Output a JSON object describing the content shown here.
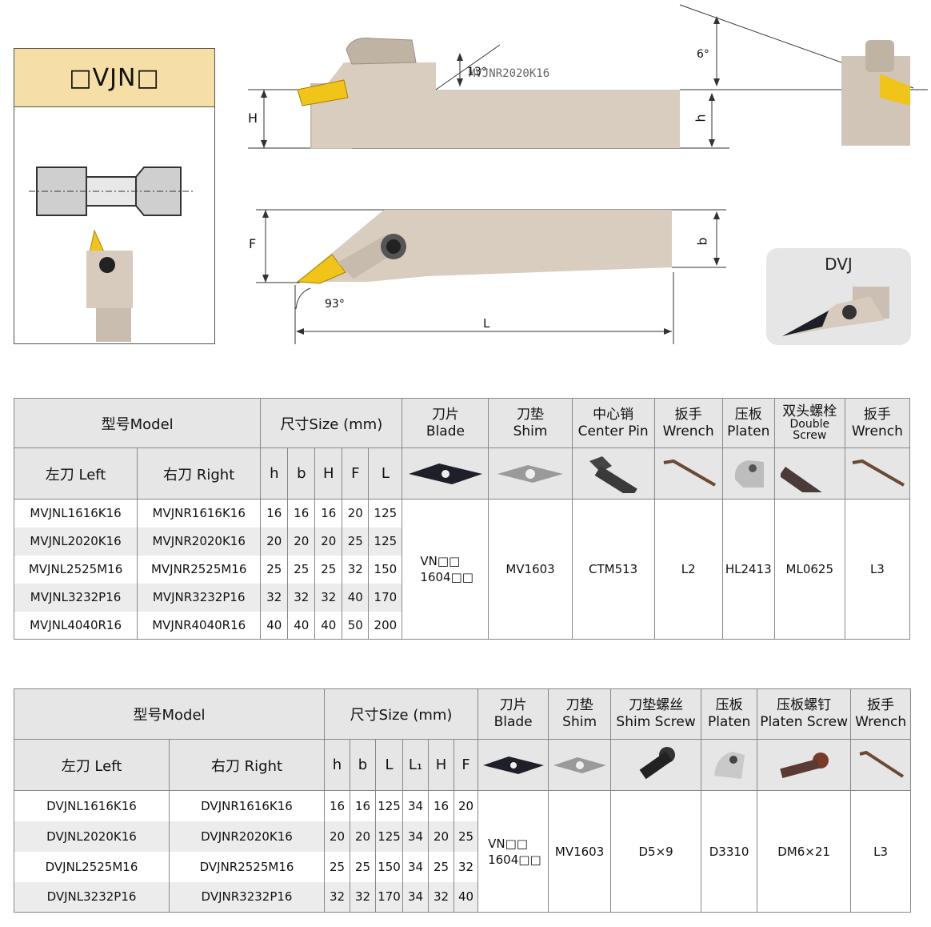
{
  "header": {
    "model_code": "□VJN□"
  },
  "diagram": {
    "angle_top": "13°",
    "angle_end": "6°",
    "angle_tip": "93°",
    "dim_H": "H",
    "dim_h": "h",
    "dim_F": "F",
    "dim_b": "b",
    "dim_L": "L",
    "body_marking": "MVJNR2020K16"
  },
  "badge": {
    "label": "DVJ"
  },
  "table1": {
    "head": {
      "model": "型号Model",
      "size": "尺寸Size (mm)",
      "blade_cn": "刀片",
      "blade_en": "Blade",
      "shim_cn": "刀垫",
      "shim_en": "Shim",
      "pin_cn": "中心销",
      "pin_en": "Center Pin",
      "wrench_cn": "扳手",
      "wrench_en": "Wrench",
      "platen_cn": "压板",
      "platen_en": "Platen",
      "dscrew_cn": "双头螺栓",
      "dscrew_en1": "Double",
      "dscrew_en2": "Screw",
      "wrench2_cn": "扳手",
      "wrench2_en": "Wrench"
    },
    "sub": {
      "left": "左刀 Left",
      "right": "右刀 Right",
      "h": "h",
      "b": "b",
      "H": "H",
      "F": "F",
      "L": "L"
    },
    "rows": [
      {
        "left": "MVJNL1616K16",
        "right": "MVJNR1616K16",
        "h": "16",
        "b": "16",
        "H": "16",
        "F": "20",
        "L": "125"
      },
      {
        "left": "MVJNL2020K16",
        "right": "MVJNR2020K16",
        "h": "20",
        "b": "20",
        "H": "20",
        "F": "25",
        "L": "125"
      },
      {
        "left": "MVJNL2525M16",
        "right": "MVJNR2525M16",
        "h": "25",
        "b": "25",
        "H": "25",
        "F": "32",
        "L": "150"
      },
      {
        "left": "MVJNL3232P16",
        "right": "MVJNR3232P16",
        "h": "32",
        "b": "32",
        "H": "32",
        "F": "40",
        "L": "170"
      },
      {
        "left": "MVJNL4040R16",
        "right": "MVJNR4040R16",
        "h": "40",
        "b": "40",
        "H": "40",
        "F": "50",
        "L": "200"
      }
    ],
    "parts": {
      "blade1": "VN□□",
      "blade2": "1604□□",
      "shim": "MV1603",
      "pin": "CTM513",
      "wrench": "L2",
      "platen": "HL2413",
      "dscrew": "ML0625",
      "wrench2": "L3"
    }
  },
  "table2": {
    "head": {
      "model": "型号Model",
      "size": "尺寸Size (mm)",
      "blade_cn": "刀片",
      "blade_en": "Blade",
      "shim_cn": "刀垫",
      "shim_en": "Shim",
      "sscrew_cn": "刀垫螺丝",
      "sscrew_en": "Shim Screw",
      "platen_cn": "压板",
      "platen_en": "Platen",
      "pscrew_cn": "压板螺钉",
      "pscrew_en": "Platen Screw",
      "wrench_cn": "扳手",
      "wrench_en": "Wrench"
    },
    "sub": {
      "left": "左刀 Left",
      "right": "右刀 Right",
      "h": "h",
      "b": "b",
      "L": "L",
      "L1": "L₁",
      "H": "H",
      "F": "F"
    },
    "rows": [
      {
        "left": "DVJNL1616K16",
        "right": "DVJNR1616K16",
        "h": "16",
        "b": "16",
        "L": "125",
        "L1": "34",
        "H": "16",
        "F": "20"
      },
      {
        "left": "DVJNL2020K16",
        "right": "DVJNR2020K16",
        "h": "20",
        "b": "20",
        "L": "125",
        "L1": "34",
        "H": "20",
        "F": "25"
      },
      {
        "left": "DVJNL2525M16",
        "right": "DVJNR2525M16",
        "h": "25",
        "b": "25",
        "L": "150",
        "L1": "34",
        "H": "25",
        "F": "32"
      },
      {
        "left": "DVJNL3232P16",
        "right": "DVJNR3232P16",
        "h": "32",
        "b": "32",
        "L": "170",
        "L1": "34",
        "H": "32",
        "F": "40"
      }
    ],
    "parts": {
      "blade1": "VN□□",
      "blade2": "1604□□",
      "shim": "MV1603",
      "sscrew": "D5×9",
      "platen": "D3310",
      "pscrew": "DM6×21",
      "wrench": "L3"
    }
  },
  "colors": {
    "header_fill": "#f5dfa6",
    "table_header": "#e6e6e6",
    "insert_gold": "#f0c419",
    "tool_body": "#d6cbbd"
  }
}
